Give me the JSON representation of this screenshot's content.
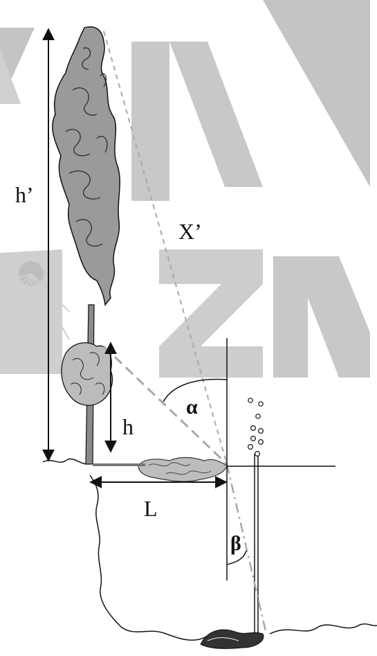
{
  "labels": {
    "h_prime": "h’",
    "x_prime": "X’",
    "alpha": "α",
    "h": "h",
    "L": "L",
    "beta": "β"
  },
  "colors": {
    "watermark": "#c4c4c4",
    "ink": "#111111",
    "tree_fill": "#9a9a9a",
    "sight_line": "#a8a8a8"
  }
}
